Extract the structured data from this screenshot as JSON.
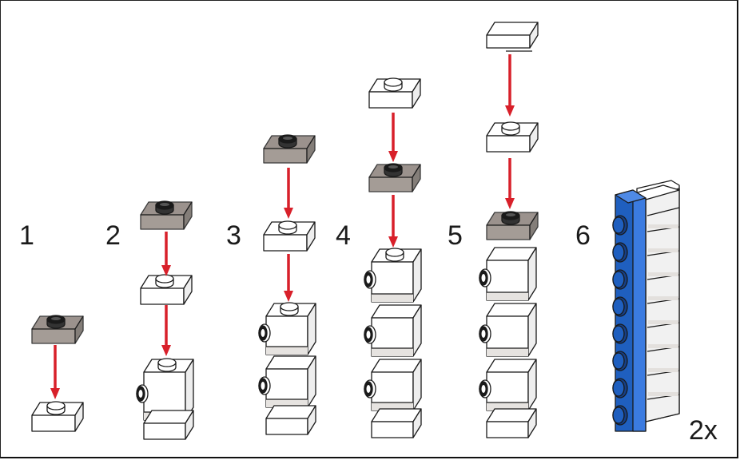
{
  "steps": [
    {
      "number": "1"
    },
    {
      "number": "2"
    },
    {
      "number": "3"
    },
    {
      "number": "4"
    },
    {
      "number": "5"
    },
    {
      "number": "6"
    }
  ],
  "quantity_label": "2x",
  "colors": {
    "arrow": "#d8202a",
    "white_brick": "#ffffff",
    "white_brick_side": "#eeeeee",
    "trans_clear_plate": "#8a807a",
    "blue_brick": "#1f5fbf",
    "stud_dark": "#1a1a1a",
    "outline": "#1a1a1a",
    "frame": "#111111"
  },
  "icons": [
    "plate-1x1-trans-clear",
    "plate-1x1-white",
    "brick-1x1-side-stud-white",
    "tile-1x1-white",
    "brick-1x1-blue-studs",
    "down-arrow"
  ]
}
